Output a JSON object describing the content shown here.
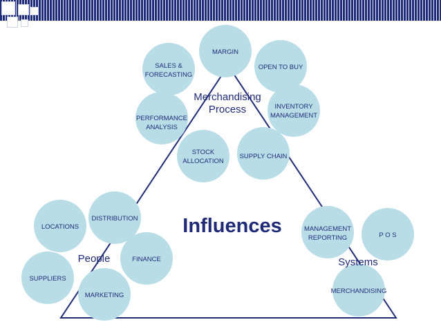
{
  "header": {
    "color_primary": "#1f2a78",
    "color_circle": "#b8dde6"
  },
  "diagram": {
    "center_label": "Influences",
    "group_labels": {
      "merchandising": [
        "Merchandising",
        "Process"
      ],
      "people": "People",
      "systems": "Systems"
    },
    "nodes": [
      {
        "id": "margin",
        "lines": [
          "MARGIN"
        ]
      },
      {
        "id": "open-to-buy",
        "lines": [
          "OPEN TO BUY"
        ]
      },
      {
        "id": "sales-forecasting",
        "lines": [
          "SALES &",
          "FORECASTING"
        ]
      },
      {
        "id": "inventory-management",
        "lines": [
          "INVENTORY",
          "MANAGEMENT"
        ]
      },
      {
        "id": "performance-analysis",
        "lines": [
          "PERFORMANCE",
          "ANALYSIS"
        ]
      },
      {
        "id": "stock-allocation",
        "lines": [
          "STOCK",
          "ALLOCATION"
        ]
      },
      {
        "id": "supply-chain",
        "lines": [
          "SUPPLY CHAIN"
        ]
      },
      {
        "id": "locations",
        "lines": [
          "LOCATIONS"
        ]
      },
      {
        "id": "distribution",
        "lines": [
          "DISTRIBUTION"
        ]
      },
      {
        "id": "finance",
        "lines": [
          "FINANCE"
        ]
      },
      {
        "id": "suppliers",
        "lines": [
          "SUPPLIERS"
        ]
      },
      {
        "id": "marketing",
        "lines": [
          "MARKETING"
        ]
      },
      {
        "id": "management-reporting",
        "lines": [
          "MANAGEMENT",
          "REPORTING"
        ]
      },
      {
        "id": "pos",
        "lines": [
          "P O S"
        ]
      },
      {
        "id": "merchandising",
        "lines": [
          "MERCHANDISING"
        ]
      }
    ]
  }
}
